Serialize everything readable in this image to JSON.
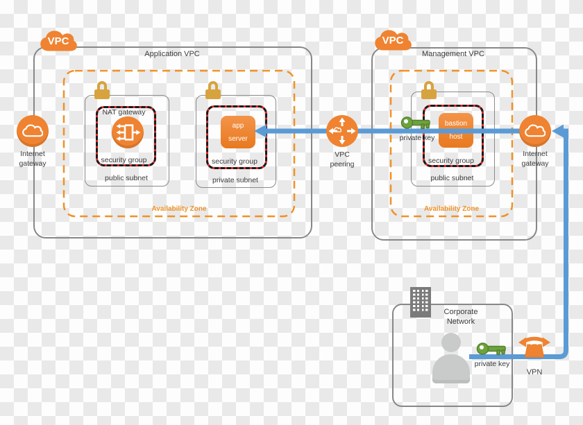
{
  "colors": {
    "aws_orange": "#EF8331",
    "security_group_red": "#E62929",
    "lock_gold": "#D7A33E",
    "key_green": "#6CA33C",
    "arrow_blue": "#5B9BD5",
    "border_gray": "#878787",
    "availability_zone_orange": "#F09126",
    "text_gray": "#3B3B3B",
    "person_gray": "#C9CBCB",
    "building_gray": "#7B7B7B"
  },
  "application_vpc": {
    "badge": "VPC",
    "title": "Application VPC",
    "availability_zone": "Availability Zone",
    "public_subnet": {
      "label": "public subnet",
      "nat_gateway_label": "NAT gateway",
      "security_group_label": "security group"
    },
    "private_subnet": {
      "label": "private subnet",
      "security_group_label": "security group",
      "app_server_line1": "app",
      "app_server_line2": "server"
    }
  },
  "management_vpc": {
    "badge": "VPC",
    "title": "Management VPC",
    "availability_zone": "Availability Zone",
    "private_key_label": "private key",
    "public_subnet": {
      "label": "public subnet",
      "security_group_label": "security group",
      "bastion_line1": "bastion",
      "bastion_line2": "host"
    }
  },
  "gateways": {
    "internet_gateway_left": {
      "line1": "Internet",
      "line2": "gateway"
    },
    "internet_gateway_right": {
      "line1": "Internet",
      "line2": "gateway"
    },
    "vpc_peering": {
      "line1": "VPC",
      "line2": "peering"
    }
  },
  "corporate_network": {
    "title_line1": "Corporate",
    "title_line2": "Network",
    "private_key_label": "private key",
    "vpn_label": "VPN"
  },
  "icons": {
    "vpc_badge": "orange cloud with VPC text",
    "internet_gateway": "white cloud in orange circle",
    "vpc_peering": "cloud with four arrows in orange circle",
    "nat_gateway": "merging arrows in orange circle",
    "security_lock": "gold padlock",
    "private_key": "green key",
    "user": "gray person silhouette",
    "corporate_building": "gray office building",
    "vpn": "orange lock with double arrows"
  }
}
